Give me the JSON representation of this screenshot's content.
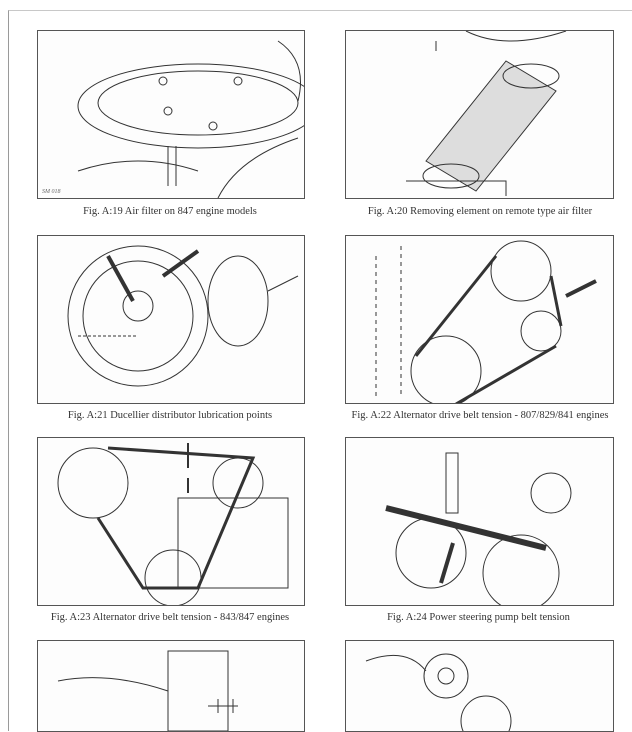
{
  "figures": [
    {
      "caption": "Fig. A:19 Air filter on 847 engine models",
      "mark": "SM 018"
    },
    {
      "caption": "Fig. A:20 Removing element on remote type air filter"
    },
    {
      "caption": "Fig. A:21 Ducellier distributor lubrication points"
    },
    {
      "caption": "Fig. A:22 Alternator drive belt  tension - 807/829/841 engines"
    },
    {
      "caption": "Fig. A:23 Alternator drive belt tension - 843/847 engines"
    },
    {
      "caption": "Fig. A:24 Power steering pump belt tension"
    }
  ]
}
